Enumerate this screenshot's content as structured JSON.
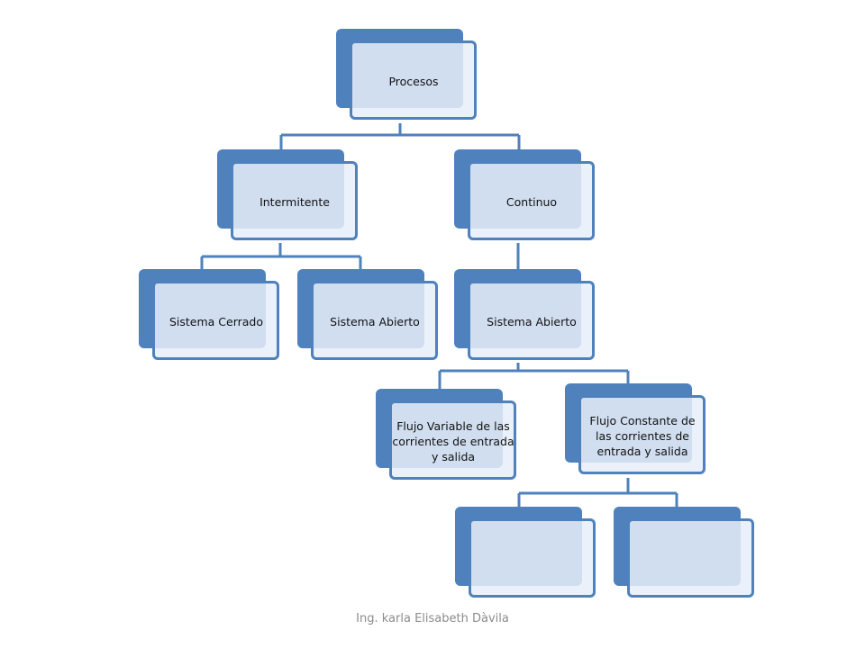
{
  "diagram": {
    "procesos": "Procesos",
    "intermitente": "Intermitente",
    "continuo": "Continuo",
    "sistema_cerrado": "Sistema Cerrado",
    "sistema_abierto_1": "Sistema Abierto",
    "sistema_abierto_2": "Sistema Abierto",
    "flujo_variable": "Flujo Variable de las corrientes de entrada y salida",
    "flujo_constante": "Flujo Constante de las corrientes de entrada y salida",
    "empty_1": "",
    "empty_2": ""
  },
  "colors": {
    "accent": "#4f81bd",
    "fill": "#e8eef9"
  },
  "footer": "Ing. karla Elisabeth Dàvila"
}
